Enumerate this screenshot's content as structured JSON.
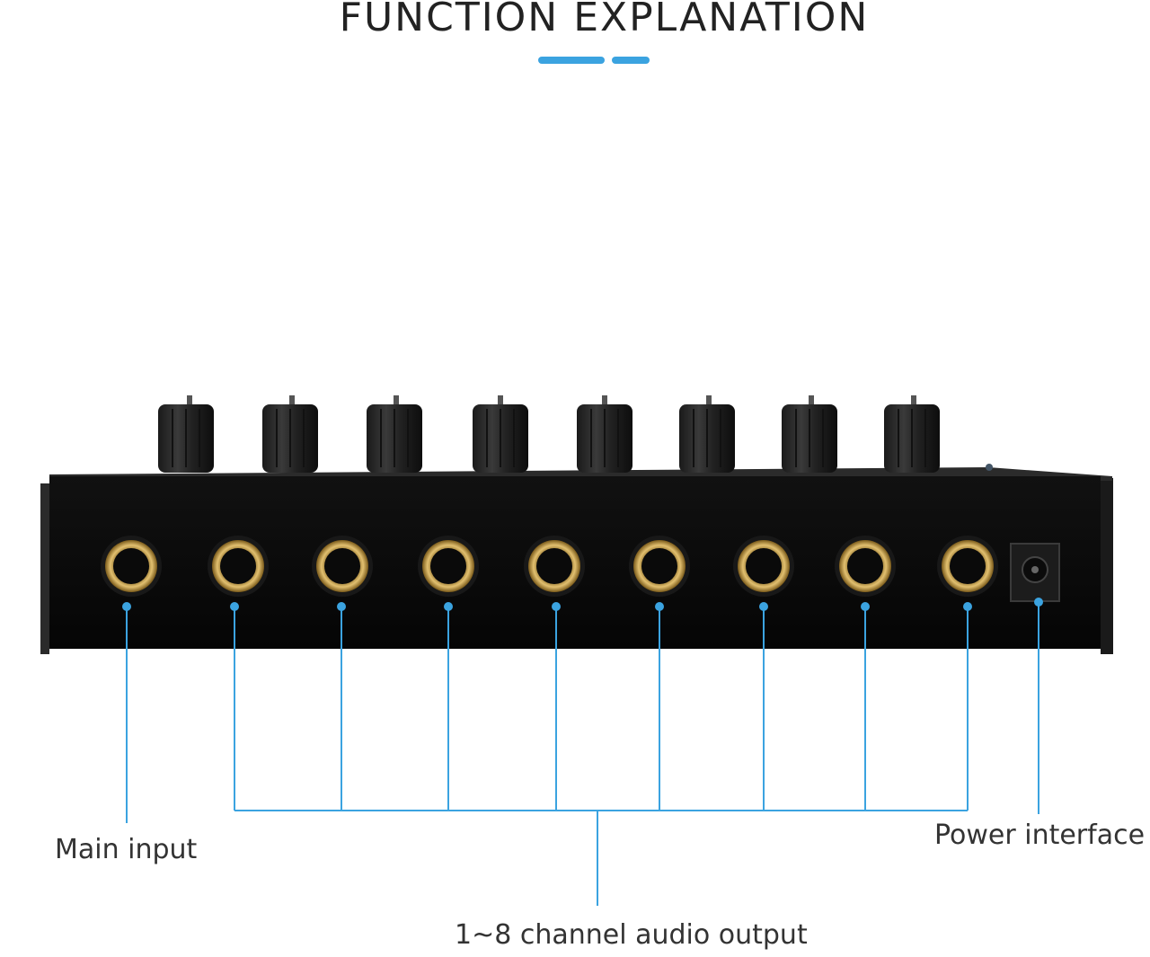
{
  "title": "FUNCTION EXPLANATION",
  "labels": {
    "main_input": "Main input",
    "power_interface": "Power interface",
    "channel_output": "1~8 channel audio output"
  },
  "colors": {
    "accent": "#3ba3e0",
    "callout_line": "#3ba3e0",
    "device_body": "#0b0b0b",
    "jack_ring": "#c9a24a"
  },
  "device": {
    "knob_count": 8,
    "jack_count": 9
  }
}
